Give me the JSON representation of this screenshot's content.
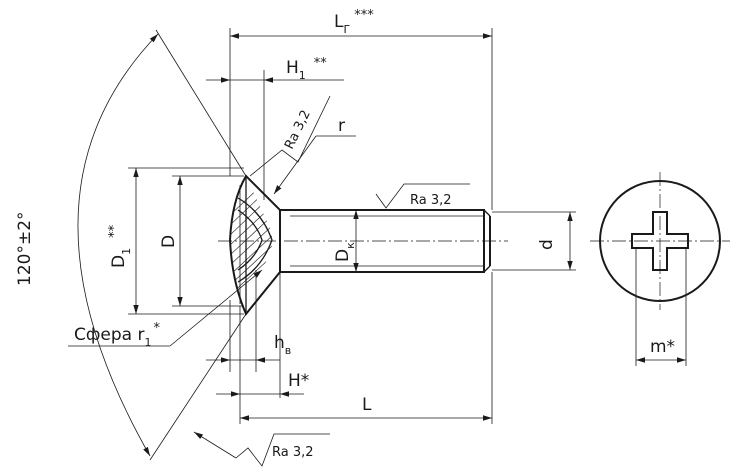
{
  "drawing": {
    "labels": {
      "lg": "L",
      "lg_sub": "Г",
      "lg_mark": "***",
      "h1": "H",
      "h1_sub": "1",
      "h1_mark": "**",
      "ra_head": "Ra 3,2",
      "r": "r",
      "ra_shank": "Ra 3,2",
      "d1": "D",
      "d1_sub": "1",
      "d1_mark": "**",
      "d_head": "D",
      "dk": "D",
      "dk_sub": "к",
      "d_thread": "d",
      "angle": "120°±2°",
      "sphere": "Сфера r",
      "sphere_sub": "1",
      "sphere_mark": "*",
      "hv": "h",
      "hv_sub": "в",
      "h": "H*",
      "l": "L",
      "ra_bottom": "Ra 3,2",
      "m": "m*"
    }
  }
}
